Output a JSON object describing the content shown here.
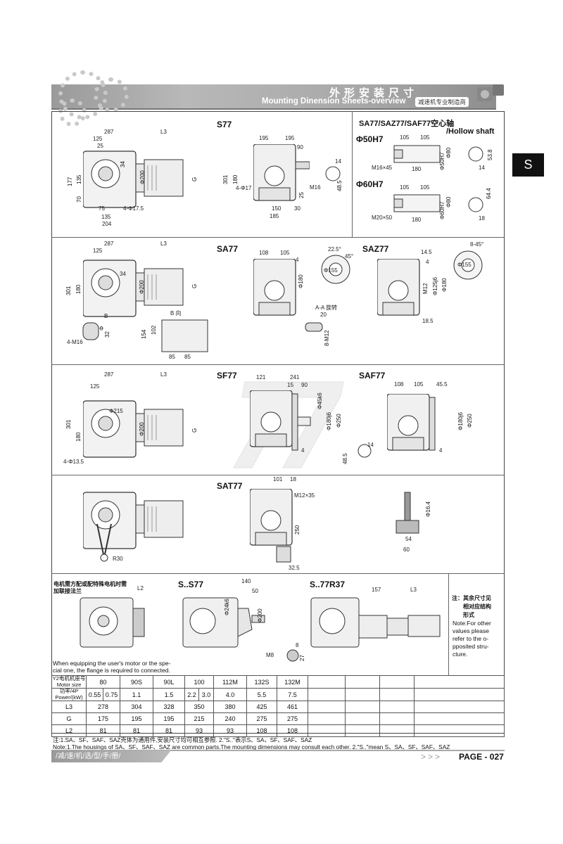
{
  "header": {
    "title_cn": "外形安装尺寸",
    "title_en": "Mounting Dinension Sheets-overview",
    "tagline": "减速机专业制造商"
  },
  "side_tab": "S",
  "s77": {
    "title": "S77",
    "dims": [
      "287",
      "L3",
      "125",
      "25",
      "177",
      "135",
      "70",
      "34",
      "Φ200",
      "G",
      "75",
      "4-Φ17.5",
      "135",
      "204",
      "195",
      "195",
      "90",
      "14",
      "301",
      "180",
      "4-Φ17",
      "M16",
      "48.5",
      "25",
      "150",
      "30",
      "185"
    ]
  },
  "hollow": {
    "title": "SA77/SAZ77/SAF77空心轴",
    "subtitle": "/Hollow shaft",
    "d50": "Φ50H7",
    "d60": "Φ60H7",
    "dims50": [
      "105",
      "105",
      "M16×45",
      "180",
      "Φ50H7",
      "Φ80",
      "53.8",
      "14"
    ],
    "dims60": [
      "105",
      "105",
      "M20×50",
      "180",
      "Φ60H7",
      "Φ80",
      "64.4",
      "18"
    ]
  },
  "sa77": {
    "title": "SA77",
    "dims": [
      "287",
      "L3",
      "125",
      "301",
      "180",
      "34",
      "Φ200",
      "G",
      "B",
      "4-M16",
      "32",
      "Φ",
      "154",
      "102",
      "85",
      "85",
      "108",
      "105",
      "4",
      "Φ180",
      "22.5°",
      "45°",
      "Φ155",
      "20",
      "8-M12"
    ],
    "b_view": "B 向",
    "aa_view": "A-A 旋转"
  },
  "saz77": {
    "title": "SAZ77",
    "dims": [
      "14.5",
      "4",
      "8-45°",
      "Φ155",
      "M12",
      "Φ125j6",
      "Φ180",
      "18.5"
    ]
  },
  "sf77": {
    "title": "SF77",
    "dims": [
      "287",
      "L3",
      "125",
      "301",
      "180",
      "Φ215",
      "Φ200",
      "G",
      "4-Φ13.5",
      "121",
      "241",
      "15",
      "90",
      "Φ45k6",
      "Φ180j6",
      "Φ250",
      "4",
      "48.5",
      "14"
    ]
  },
  "saf77": {
    "title": "SAF77",
    "dims": [
      "108",
      "105",
      "45.5",
      "Φ180j6",
      "Φ250",
      "4"
    ]
  },
  "watermark": "77",
  "sat77": {
    "title": "SAT77",
    "dims": [
      "R30",
      "101",
      "18",
      "M12×35",
      "250",
      "32.5",
      "Φ16.4",
      "54",
      "60"
    ]
  },
  "ss77": {
    "title": "S..S77",
    "dims": [
      "140",
      "50",
      "Φ24k6",
      "Φ200",
      "M8",
      "8",
      "27"
    ]
  },
  "s77r37": {
    "title": "S..77R37",
    "dims": [
      "157",
      "L3"
    ]
  },
  "flange": {
    "note_cn_1": "电机需方配或配特殊电机时需",
    "note_cn_2": "加联接法兰",
    "l2": "L2",
    "note_en_1": "When equipping the user's motor or the spe-",
    "note_en_2": "cial one, the flange is required to connected."
  },
  "side_note": {
    "cn_1": "注：其余尺寸见",
    "cn_2": "相对应结构",
    "cn_3": "形式",
    "en": [
      "Note:For other",
      "values please",
      "refer to the o-",
      "pposited stru-",
      "cture."
    ]
  },
  "table": {
    "h_size": "Y2电机机座号 Motor size",
    "h_power": "功率/4P Power/(kW)",
    "sizes": [
      "80",
      "90S",
      "90L",
      "100",
      "112M",
      "132S",
      "132M"
    ],
    "powers": [
      "0.55",
      "0.75",
      "1.1",
      "1.5",
      "2.2",
      "3.0",
      "4.0",
      "5.5",
      "7.5"
    ],
    "rows": [
      {
        "label": "L3",
        "values": [
          "278",
          "304",
          "328",
          "350",
          "380",
          "425",
          "461"
        ]
      },
      {
        "label": "G",
        "values": [
          "175",
          "195",
          "195",
          "215",
          "240",
          "275",
          "275"
        ]
      },
      {
        "label": "L2",
        "values": [
          "81",
          "81",
          "81",
          "93",
          "93",
          "108",
          "108"
        ]
      }
    ]
  },
  "notes": {
    "cn": "注:1.SA、SF、SAF、SAZ壳体为通用件,安装尺寸均可相互参照. 2.\"S..\"表示S、SA、SF、SAF、SAZ",
    "en": "Note:1.The housings of SA、SF、SAF、SAZ are common parts.The mounting dimensions may consult each other. 2.\"S..\"mean S、SA、SF、SAF、SAZ"
  },
  "footer": {
    "book": "/减/速/机/选/型/手/册/",
    "arrows": ">>>",
    "page": "PAGE - 027"
  }
}
